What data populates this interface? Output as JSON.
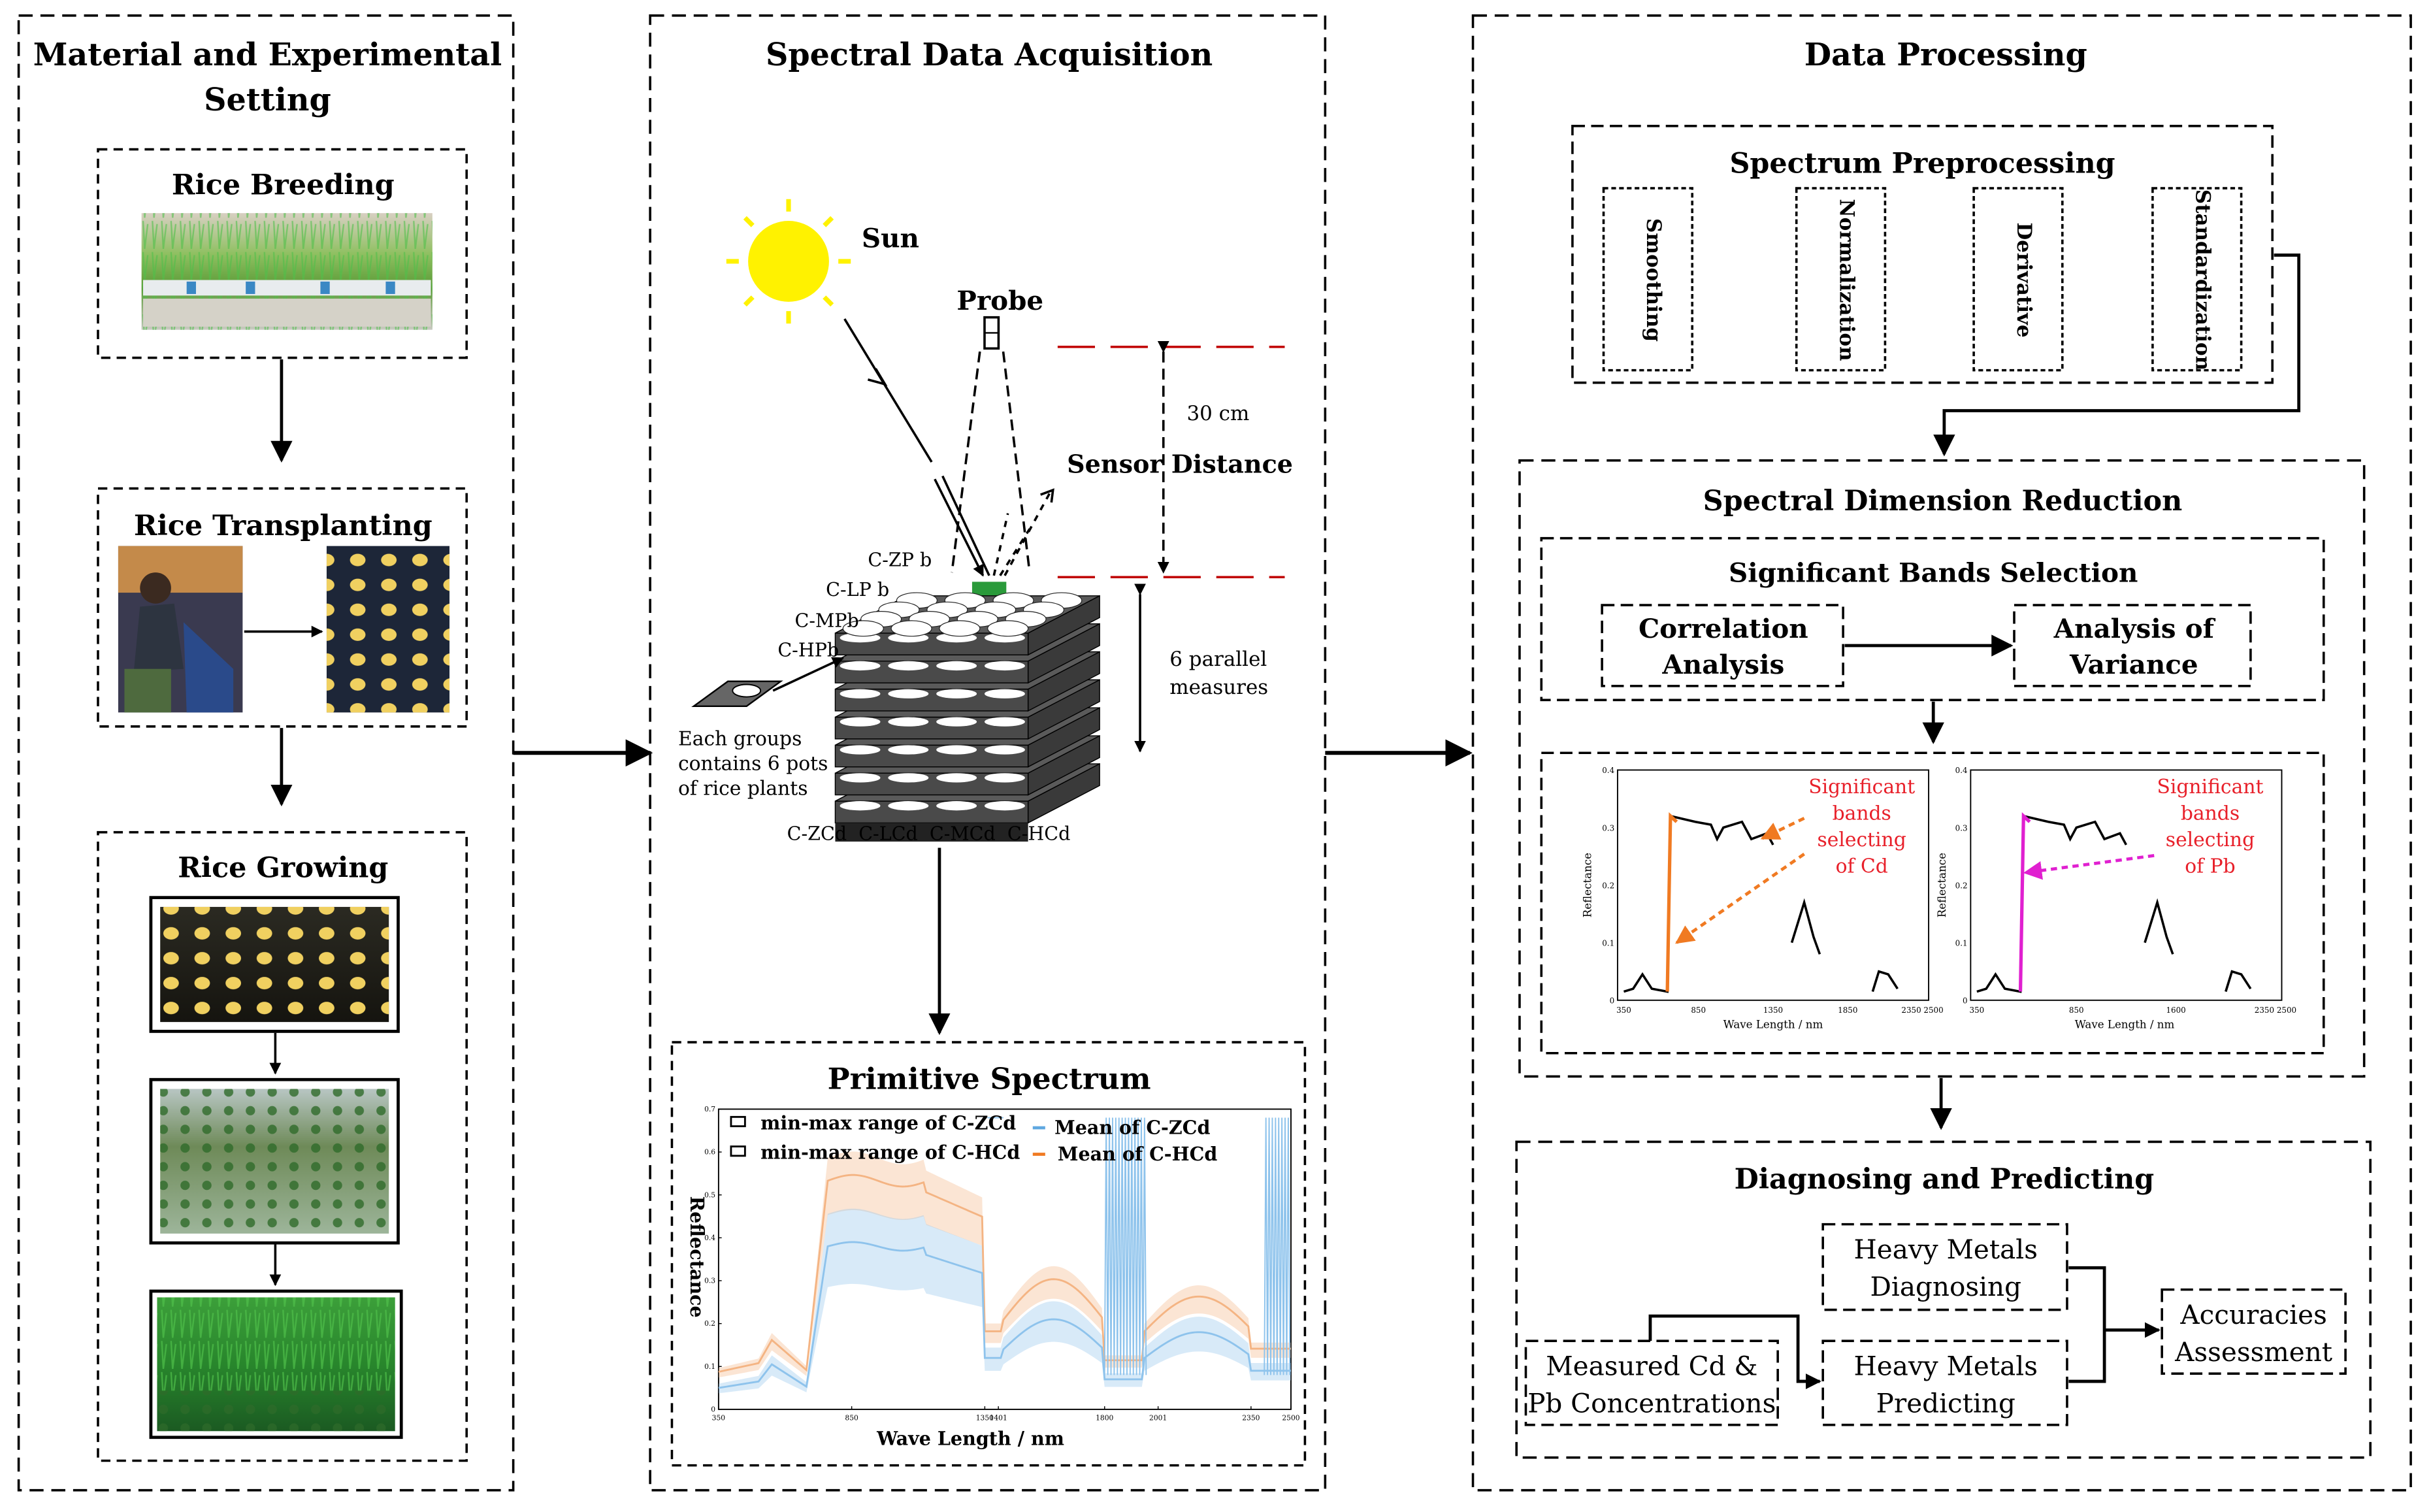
{
  "panels": {
    "material": {
      "title_line1": "Material and Experimental",
      "title_line2": "Setting",
      "breeding": "Rice Breeding",
      "transplanting": "Rice Transplanting",
      "growing": "Rice Growing"
    },
    "acquisition": {
      "title": "Spectral Data Acquisition",
      "sun": "Sun",
      "probe": "Probe",
      "distance_value": "30 cm",
      "sensor_distance": "Sensor Distance",
      "parallel_line1": "6 parallel",
      "parallel_line2": "measures",
      "groups_line1": "Each groups",
      "groups_line2": "contains 6 pots",
      "groups_line3": "of rice plants",
      "pb_labels": [
        "C-ZP b",
        "C-LP b",
        "C-MPb",
        "C-HPb"
      ],
      "cd_labels": "C-ZCd  C-LCd  C-MCd  C-HCd"
    },
    "primitive": {
      "title": "Primitive Spectrum",
      "legend": [
        "min-max range of C-ZCd",
        "min-max range of C-HCd",
        "Mean of C-ZCd",
        "Mean of C-HCd"
      ],
      "xlabel": "Wave Length / nm",
      "ylabel": "Reflectance",
      "xticks": [
        "350",
        "850",
        "1350",
        "1401",
        "1800",
        "2001",
        "2350",
        "2500"
      ],
      "yticks": [
        "0",
        "0.1",
        "0.2",
        "0.3",
        "0.4",
        "0.5",
        "0.6",
        "0.7"
      ]
    },
    "processing": {
      "title": "Data Processing",
      "preprocessing": "Spectrum Preprocessing",
      "methods": [
        "Smoothing",
        "Normalization",
        "Derivative",
        "Standardization"
      ],
      "reduction": "Spectral Dimension Reduction",
      "selection": "Significant Bands Selection",
      "correlation_line1": "Correlation",
      "correlation_line2": "Analysis",
      "anova_line1": "Analysis of",
      "anova_line2": "Variance",
      "cd_note": [
        "Significant",
        "bands",
        "selecting",
        "of Cd"
      ],
      "pb_note": [
        "Significant",
        "bands",
        "selecting",
        "of Pb"
      ],
      "mini_xlabel": "Wave Length / nm",
      "mini_ylabel": "Reflectance",
      "mini_xticks_cd": [
        "350",
        "850",
        "1350",
        "1850",
        "2350 2500"
      ],
      "mini_xticks_pb": [
        "350",
        "850",
        "1600",
        "2350 2500"
      ],
      "mini_yticks": [
        "0",
        "0.1",
        "0.2",
        "0.3",
        "0.4"
      ],
      "diagnosing": "Diagnosing and Predicting",
      "hm_diag_line1": "Heavy Metals",
      "hm_diag_line2": "Diagnosing",
      "hm_pred_line1": "Heavy Metals",
      "hm_pred_line2": "Predicting",
      "measured_line1": "Measured Cd &",
      "measured_line2": "Pb Concentrations",
      "accuracy_line1": "Accuracies",
      "accuracy_line2": "Assessment"
    }
  },
  "colors": {
    "sun": "#FFF200",
    "dash_red": "#C00000",
    "note_red": "#E8202A",
    "cd_orange": "#F07A22",
    "pb_magenta": "#E020D0",
    "zcd_blue": "#8EC3EC",
    "hcd_orange": "#F4B483",
    "probe_green": "#2A9A3A"
  }
}
